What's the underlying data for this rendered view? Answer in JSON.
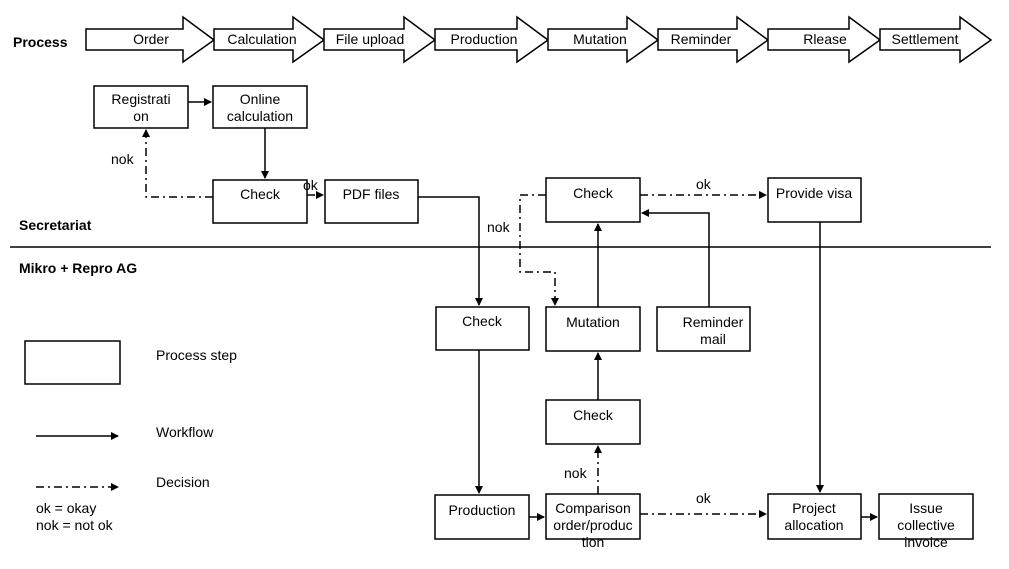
{
  "process_label": "Process",
  "process_steps": [
    "Order",
    "Calculation",
    "File upload",
    "Production",
    "Mutation",
    "Reminder",
    "Rlease",
    "Settlement"
  ],
  "lanes": {
    "secretariat": "Secretariat",
    "mikro": "Mikro + Repro AG"
  },
  "boxes": {
    "registration": [
      "Registrati",
      "on"
    ],
    "online_calc": [
      "Online",
      "calculation"
    ],
    "check_sec": [
      "Check"
    ],
    "pdf_files": [
      "PDF files"
    ],
    "check_top": [
      "Check"
    ],
    "provide_visa": [
      "Provide visa"
    ],
    "check_mr": [
      "Check"
    ],
    "mutation": [
      "Mutation"
    ],
    "reminder_mail": [
      "Reminder",
      "mail"
    ],
    "check_mid": [
      "Check"
    ],
    "production": [
      "Production"
    ],
    "comparison": [
      "Comparison",
      "order/produc",
      "tion"
    ],
    "project_alloc": [
      "Project",
      "allocation"
    ],
    "issue_invoice": [
      "Issue",
      "collective",
      "invoice"
    ]
  },
  "edge_labels": {
    "nok_reg": "nok",
    "ok_pdf": "ok",
    "ok_visa": "ok",
    "nok_check": "nok",
    "nok_comp": "nok",
    "ok_proj": "ok"
  },
  "legend": {
    "process_step": "Process step",
    "workflow": "Workflow",
    "decision": "Decision",
    "ok_def": "ok = okay",
    "nok_def": "nok = not ok"
  },
  "colors": {
    "ink": "#000000",
    "background": "#ffffff"
  }
}
